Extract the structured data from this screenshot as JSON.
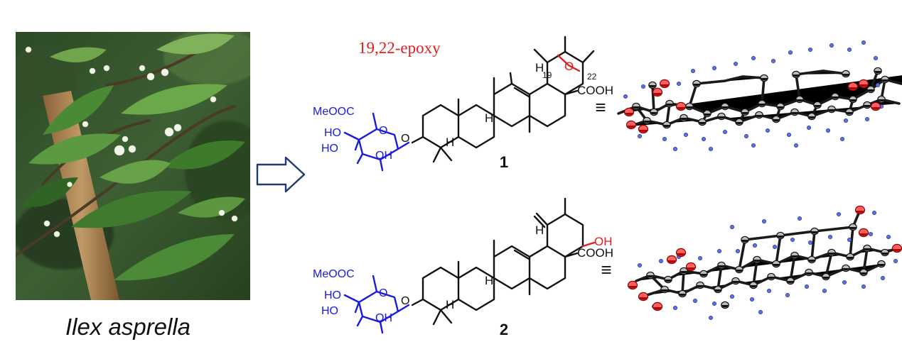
{
  "photo": {
    "caption": "Ilex asprella",
    "colors": {
      "leaf_dark": "#1f3d1c",
      "leaf_mid": "#3f7a2f",
      "leaf_light": "#7fb25a",
      "flower": "#f2f4ea",
      "stem": "#a77b4b"
    }
  },
  "arrow": {
    "icon": "hollow-right-arrow-icon",
    "color": "#1f3b73"
  },
  "compound1": {
    "annotation": "19,22-epoxy",
    "annotation_color": "#e02020",
    "number": "1",
    "position_labels": [
      "19",
      "22"
    ],
    "oxygen_label": "O",
    "equiv_symbol": "≡",
    "substituents": {
      "acid": "COOH",
      "sugar_ester": "MeOOC",
      "sugar_hydroxyls": [
        "HO",
        "HO",
        "OH"
      ],
      "sugar_ring_o": "O",
      "glycosidic_o": "O",
      "h_labels": [
        "H",
        "H",
        "H"
      ]
    }
  },
  "compound2": {
    "number": "2",
    "hydroxyl": "OH",
    "hydroxyl_color": "#e02020",
    "equiv_symbol": "≡",
    "substituents": {
      "acid": "COOH",
      "sugar_ester": "MeOOC",
      "sugar_hydroxyls": [
        "HO",
        "HO",
        "OH"
      ],
      "sugar_ring_o": "O",
      "glycosidic_o": "O",
      "h_labels": [
        "H",
        "H",
        "H"
      ]
    }
  },
  "colors": {
    "sugar_blue": "#1a1adf",
    "oxygen_red": "#e02020",
    "hydrogen_blue": "#3a4fd6",
    "bond_black": "#111111"
  }
}
